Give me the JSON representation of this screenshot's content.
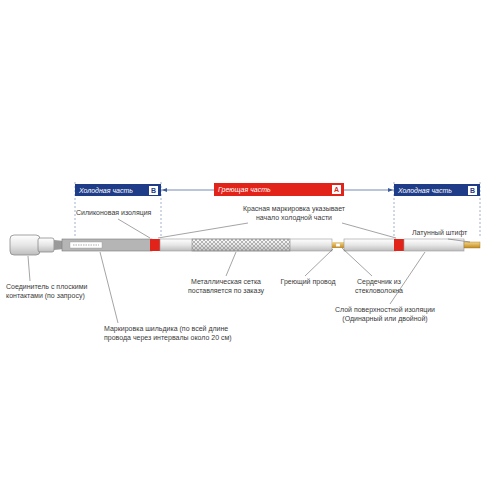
{
  "diagram": {
    "nodes": [
      {
        "text": [
          "Холодная часть",
          "B"
        ]
      },
      {
        "text": [
          "Греющая часть",
          "A"
        ]
      },
      {
        "text": [
          "Холодная часть",
          "B"
        ]
      }
    ],
    "labels": [
      "Силиконовая изоляция",
      "Красная маркировка указывает начало холодной части",
      "Латунный штифт",
      "Металлическая сетка поставляется по заказу",
      "Греющий провод",
      "Сердечник из стекловолокна",
      "Слой поверхностной изоляции (Одинарный или двойной)",
      "Соединитель с плоскими контактами (по запросу)",
      "Маркировка шильдика (по всей длине провода через интервалы около 20 см)"
    ]
  }
}
